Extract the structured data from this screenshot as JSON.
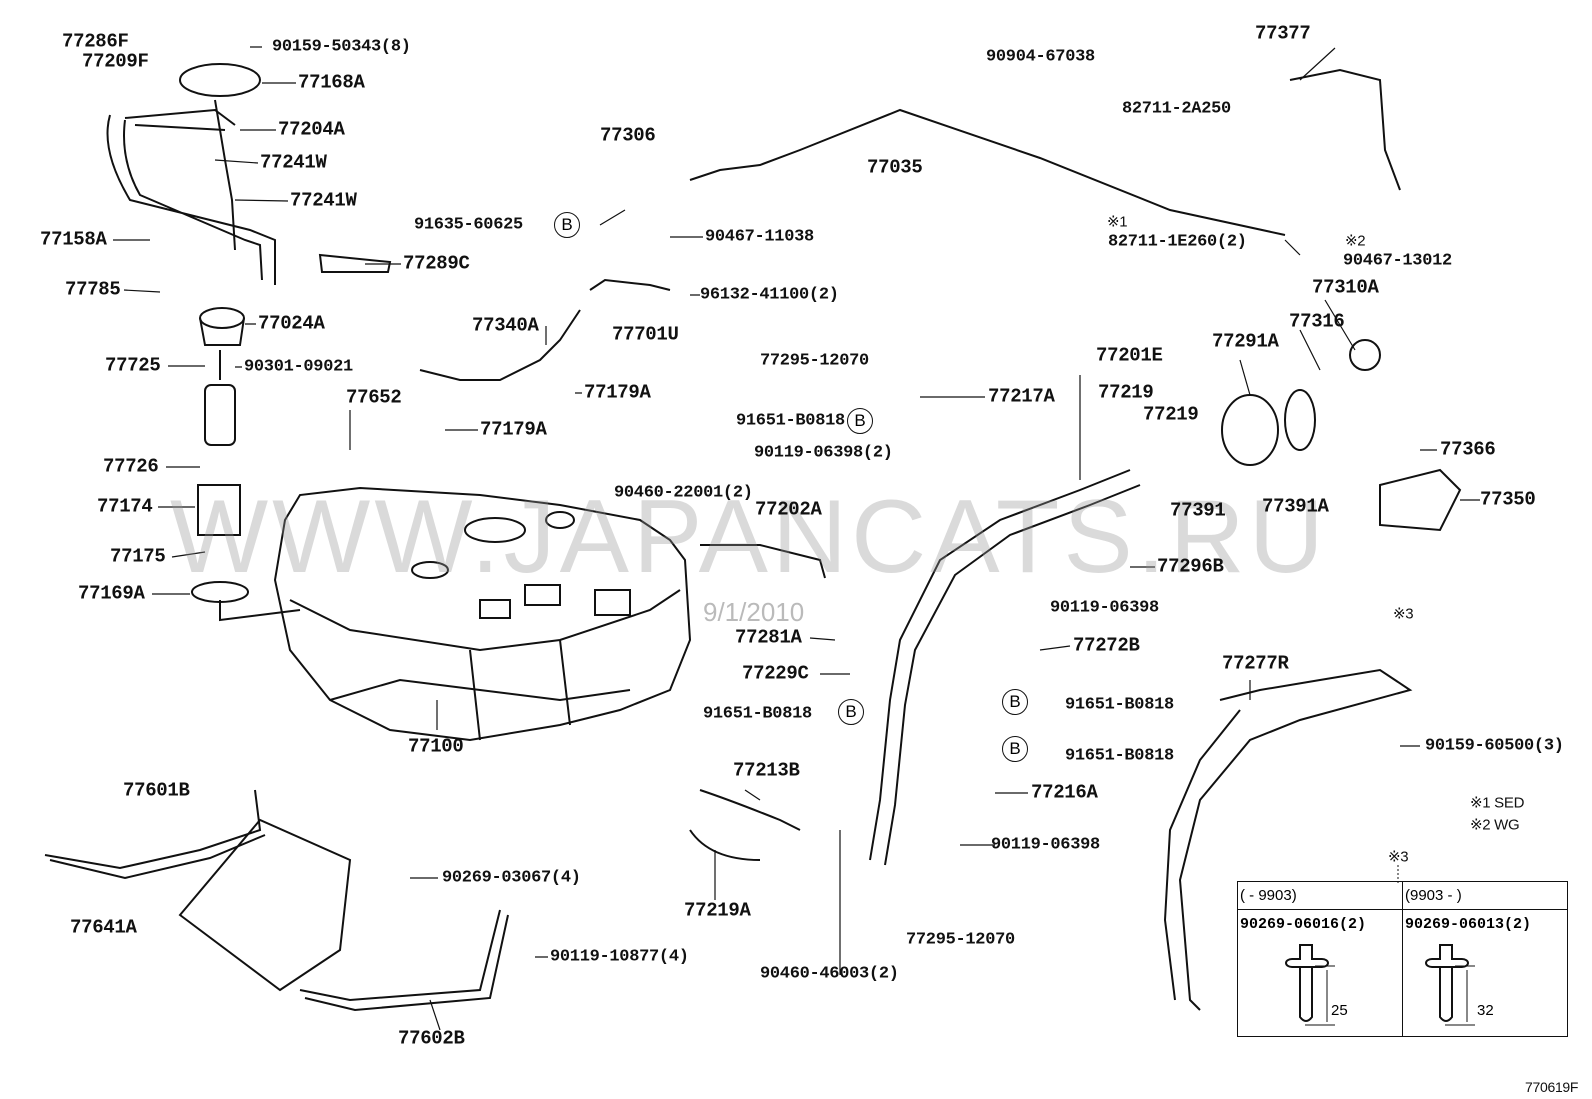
{
  "watermark": "WWW.JAPANCATS.RU",
  "date_stamp": "9/1/2010",
  "diagram_code": "770619F",
  "ref_circle": "B",
  "labels": [
    "77286F",
    "77209F",
    "90159-50343(8)",
    "77168A",
    "77204A",
    "77241W",
    "77241W",
    "77158A",
    "77289C",
    "77785",
    "77024A",
    "77725",
    "90301-09021",
    "77726",
    "77174",
    "77175",
    "77169A",
    "77100",
    "77652",
    "77340A",
    "77179A",
    "77179A",
    "77701U",
    "96132-41100(2)",
    "77306",
    "91635-60625",
    "90467-11038",
    "90904-67038",
    "77035",
    "82711-2A250",
    "※1",
    "82711-1E260(2)",
    "77377",
    "※2",
    "90467-13012",
    "77310A",
    "77316",
    "77291A",
    "77201E",
    "77219",
    "77219",
    "77391",
    "77391A",
    "77366",
    "77350",
    "※3",
    "77295-12070",
    "77217A",
    "91651-B0818",
    "90119-06398(2)",
    "90460-22001(2)",
    "77202A",
    "77296B",
    "90119-06398",
    "77272B",
    "77281A",
    "77229C",
    "91651-B0818",
    "91651-B0818",
    "91651-B0818",
    "77216A",
    "90119-06398",
    "77295-12070",
    "77213B",
    "77219A",
    "90460-46003(2)",
    "77601B",
    "77641A",
    "90269-03067(4)",
    "90119-10877(4)",
    "77602B",
    "77277R",
    "90159-60500(3)"
  ],
  "notes": {
    "n1": "※1 SED",
    "n2": "※2 WG",
    "n3": "※3"
  },
  "table": {
    "headers": [
      "(      - 9903)",
      "(9903 -      )"
    ],
    "parts": [
      "90269-06016(2)",
      "90269-06013(2)"
    ],
    "dims": [
      "25",
      "32"
    ]
  }
}
